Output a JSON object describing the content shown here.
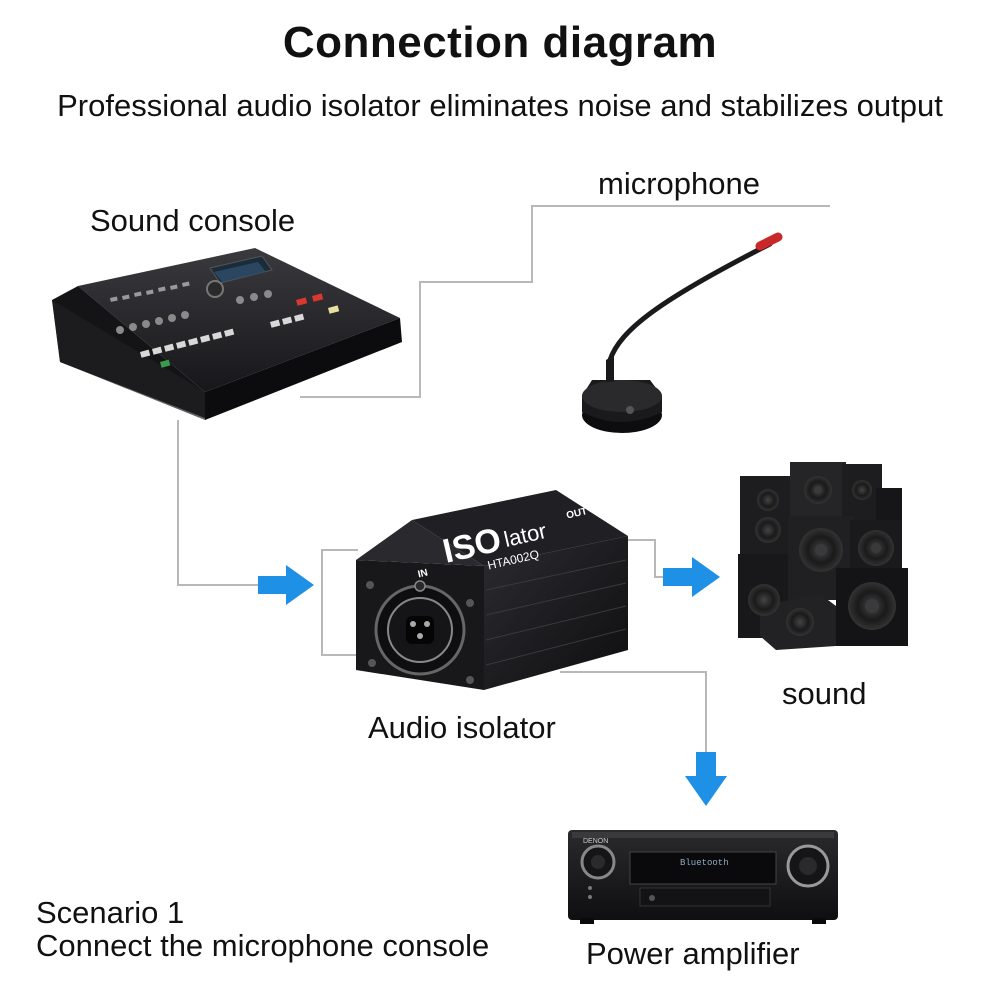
{
  "header": {
    "title": "Connection diagram",
    "subtitle": "Professional audio isolator eliminates noise and stabilizes output"
  },
  "labels": {
    "sound_console": "Sound console",
    "microphone": "microphone",
    "audio_isolator": "Audio isolator",
    "sound": "sound",
    "power_amplifier": "Power amplifier"
  },
  "device_text": {
    "isolator_brand_big": "ISO",
    "isolator_brand_small": "lator",
    "isolator_model": "HTA002Q",
    "isolator_in": "IN",
    "isolator_out": "OUT",
    "amp_brand": "DENON",
    "amp_display": "Bluetooth"
  },
  "scenario": {
    "line1": "Scenario 1",
    "line2": "Connect the microphone console"
  },
  "colors": {
    "arrow": "#1e90e6",
    "connector_line": "#b8b8b8",
    "device_dark": "#1c1c1e"
  }
}
